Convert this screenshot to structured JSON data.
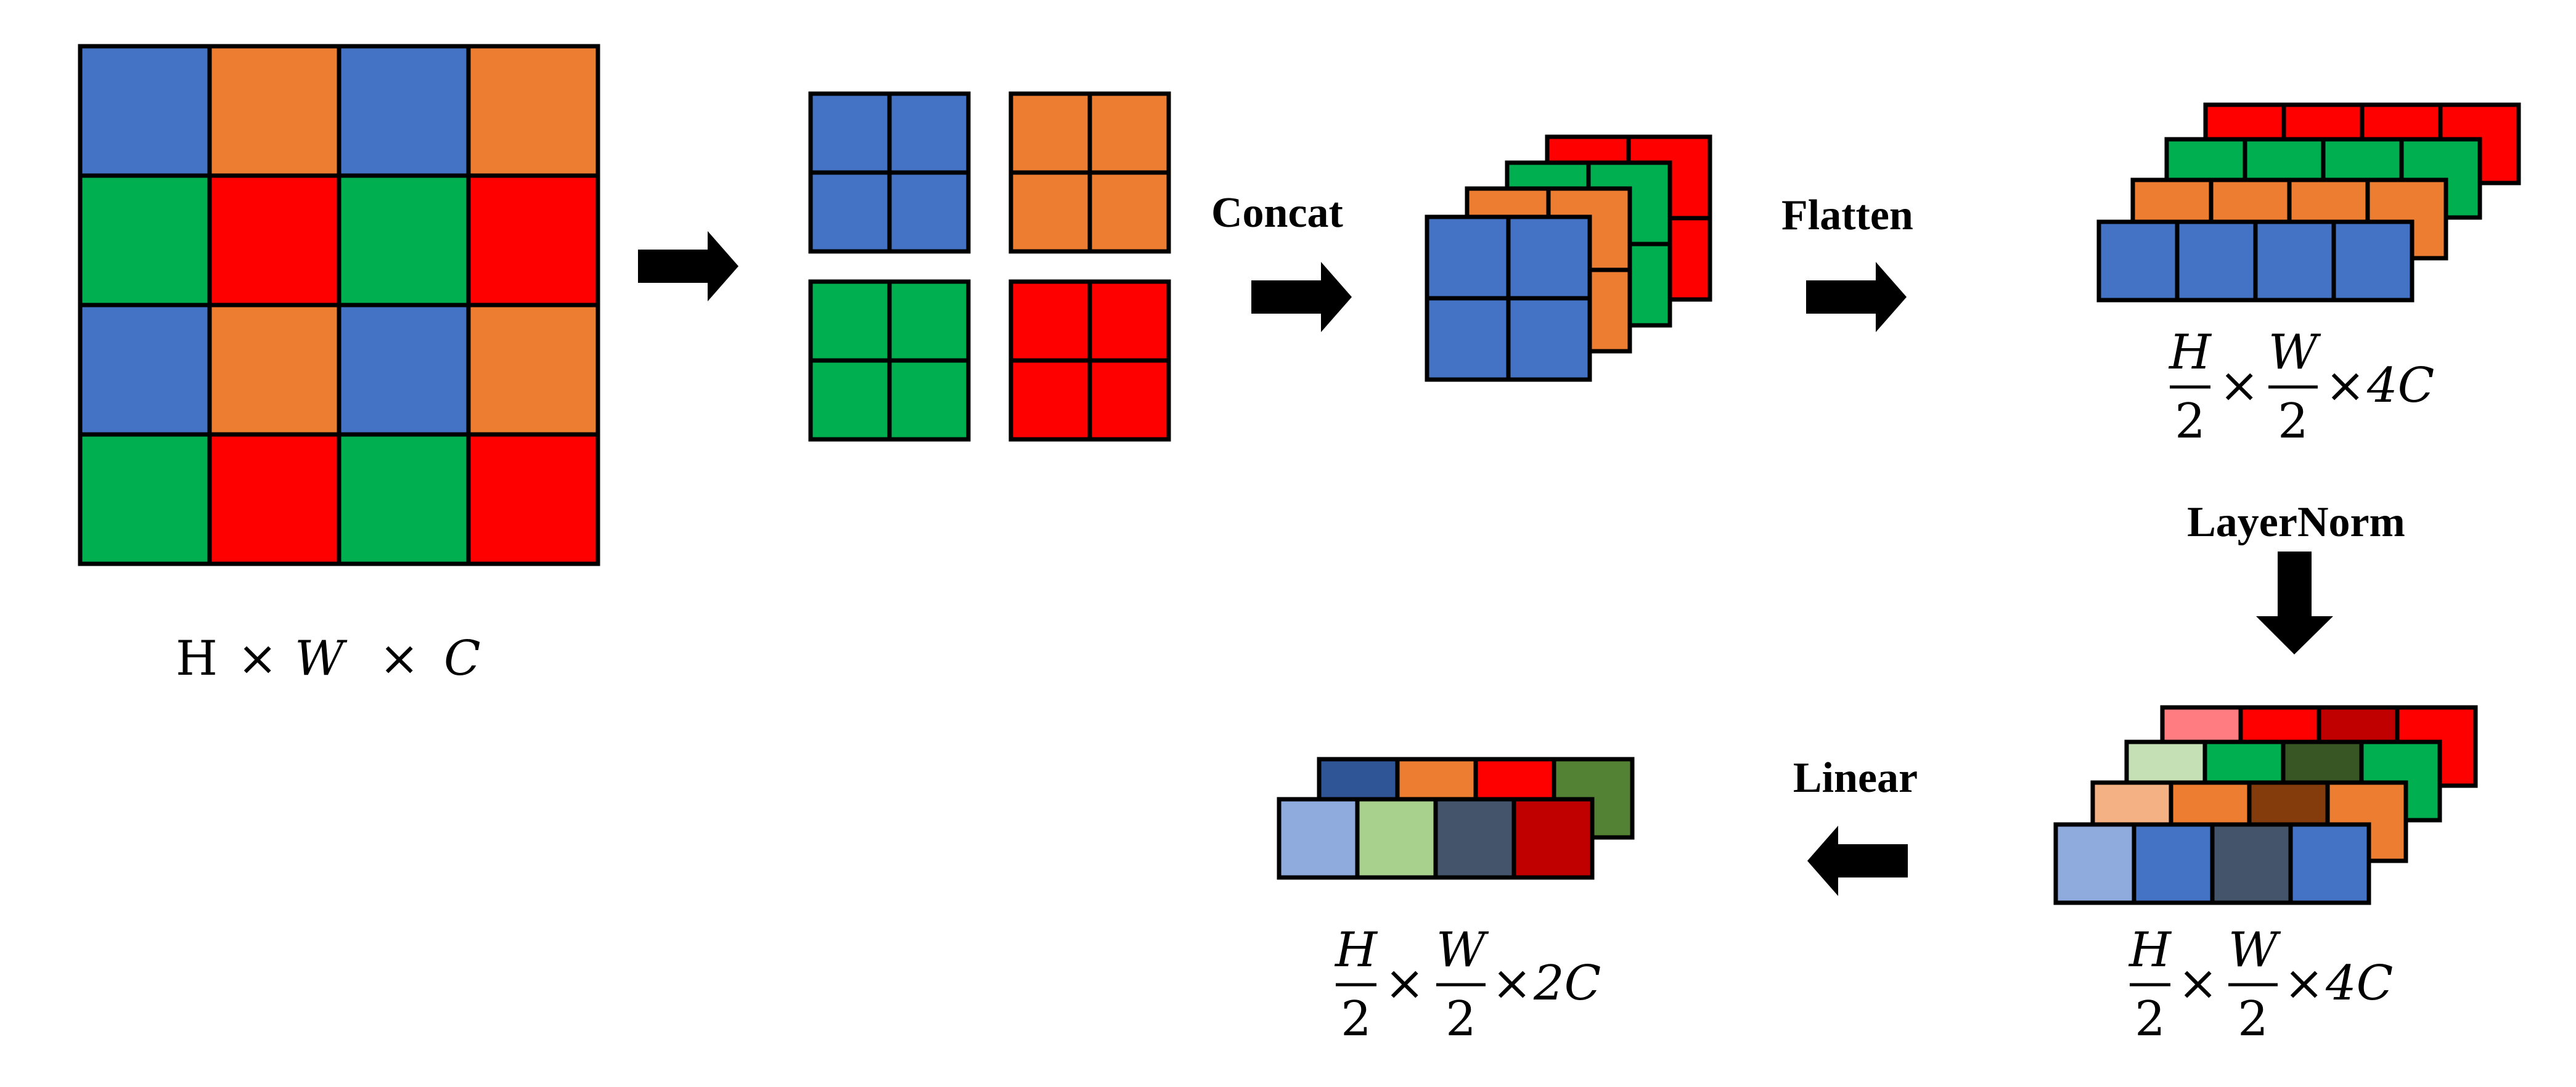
{
  "colors": {
    "blue": "#4472C4",
    "orange": "#ED7D31",
    "green": "#00B050",
    "red": "#FF0000",
    "outline": "#000000",
    "norm_blue": [
      "#8FAADC",
      "#4472C4",
      "#44546A",
      "#4472C4"
    ],
    "norm_orange": [
      "#F4B183",
      "#ED7D31",
      "#843C0C",
      "#ED7D31"
    ],
    "norm_green": [
      "#C5E0B4",
      "#00B050",
      "#375623",
      "#00B050"
    ],
    "norm_red": [
      "#FF7C80",
      "#FF0000",
      "#C00000",
      "#FF0000"
    ],
    "linear_back": [
      "#2F5597",
      "#ED7D31",
      "#FF0000",
      "#548235"
    ],
    "linear_front": [
      "#8FAADC",
      "#A9D18E",
      "#44546A",
      "#C00000"
    ]
  },
  "input_grid": [
    [
      "blue",
      "orange",
      "blue",
      "orange"
    ],
    [
      "green",
      "red",
      "green",
      "red"
    ],
    [
      "blue",
      "orange",
      "blue",
      "orange"
    ],
    [
      "green",
      "red",
      "green",
      "red"
    ]
  ],
  "patch_groups": [
    "blue",
    "orange",
    "green",
    "red"
  ],
  "labels": {
    "concat": "Concat",
    "flatten": "Flatten",
    "layernorm": "LayerNorm",
    "linear": "Linear"
  },
  "dims": {
    "input": {
      "H": "H",
      "times": "×",
      "W": "W",
      "C": "C"
    },
    "flatten": {
      "num1": "H",
      "den1": "2",
      "num2": "W",
      "den2": "2",
      "times": "×",
      "tail": "4C"
    },
    "layernorm": {
      "num1": "H",
      "den1": "2",
      "num2": "W",
      "den2": "2",
      "times": "×",
      "tail": "4C"
    },
    "linear": {
      "num1": "H",
      "den1": "2",
      "num2": "W",
      "den2": "2",
      "times": "×",
      "tail": "2C"
    }
  }
}
